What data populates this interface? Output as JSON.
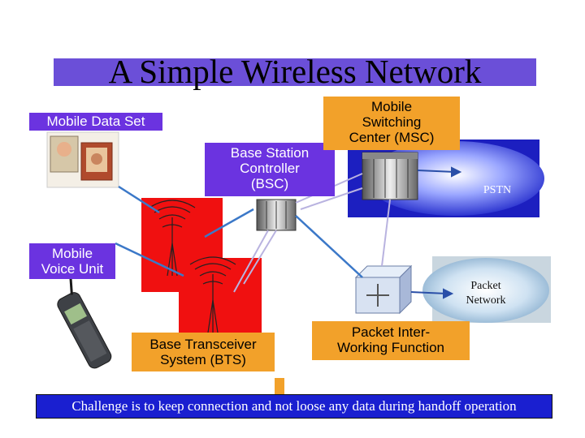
{
  "title": "A Simple Wireless Network",
  "labels": {
    "mobile_data_set": "Mobile Data Set",
    "bsc": [
      "Base Station",
      "Controller",
      "(BSC)"
    ],
    "msc": [
      "Mobile",
      "Switching",
      "Center (MSC)"
    ],
    "pstn": "PSTN",
    "mobile_voice_unit": [
      "Mobile",
      "Voice Unit"
    ],
    "packet_network": [
      "Packet",
      "Network"
    ],
    "bts": [
      "Base Transceiver",
      "System (BTS)"
    ],
    "piwf": [
      "Packet Inter-",
      "Working Function"
    ]
  },
  "footer": "Challenge is to keep connection and not loose any data during handoff operation",
  "colors": {
    "violet": "#6b33e0",
    "orange": "#f2a12a",
    "blue": "#1a1fd0",
    "bts_red": "#f01010",
    "link_blue": "#3b78c8"
  },
  "icons": [
    "video-phone-icon",
    "mobile-phone-icon",
    "antenna-tower-icon",
    "switch-cabinet-icon",
    "router-icon",
    "cloud-icon"
  ]
}
